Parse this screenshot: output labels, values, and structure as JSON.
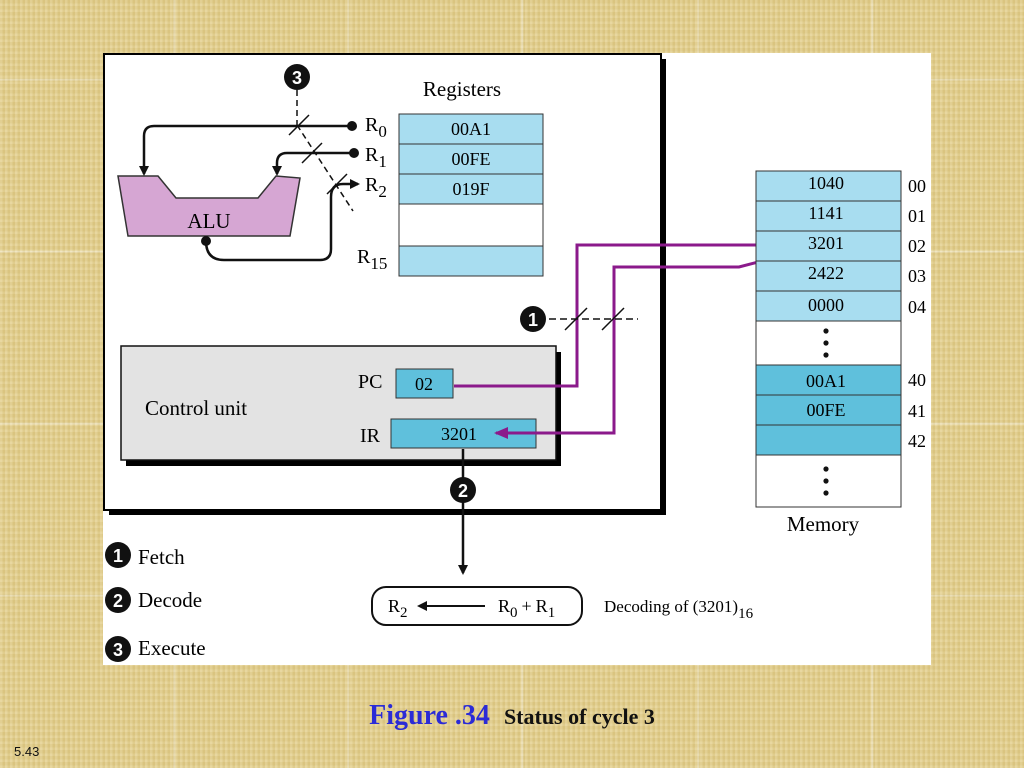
{
  "registers": {
    "title": "Registers",
    "rows": [
      {
        "name": "R",
        "sub": "0",
        "value": "00A1"
      },
      {
        "name": "R",
        "sub": "1",
        "value": "00FE"
      },
      {
        "name": "R",
        "sub": "2",
        "value": "019F"
      },
      {
        "name": "R",
        "sub": "15",
        "value": ""
      }
    ]
  },
  "alu_label": "ALU",
  "control_unit": {
    "label": "Control unit",
    "pc_label": "PC",
    "pc_value": "02",
    "ir_label": "IR",
    "ir_value": "3201"
  },
  "memory": {
    "label": "Memory",
    "cells": [
      {
        "address": "00",
        "value": "1040"
      },
      {
        "address": "01",
        "value": "1141"
      },
      {
        "address": "02",
        "value": "3201"
      },
      {
        "address": "03",
        "value": "2422"
      },
      {
        "address": "04",
        "value": "0000"
      },
      {
        "address": "40",
        "value": "00A1"
      },
      {
        "address": "41",
        "value": "00FE"
      },
      {
        "address": "42",
        "value": ""
      }
    ]
  },
  "steps": [
    {
      "number": "1",
      "label": "Fetch"
    },
    {
      "number": "2",
      "label": "Decode"
    },
    {
      "number": "3",
      "label": "Execute"
    }
  ],
  "operation": {
    "dest": "R",
    "dest_sub": "2",
    "src1": "R",
    "src1_sub": "0",
    "plus": "+",
    "src2": "R",
    "src2_sub": "1"
  },
  "decoding_note": {
    "text": "Decoding of (3201)",
    "sub": "16"
  },
  "caption": {
    "figure": "Figure .34",
    "text": "Status of cycle 3"
  },
  "slide_number": "5.43",
  "colors": {
    "register_fill": "#a8ddf0",
    "memory_highlight": "#5fc0dc",
    "alu_fill": "#d6a6d3",
    "bus_color": "#8b1a8b",
    "control_unit_fill": "#e3e3e3"
  }
}
